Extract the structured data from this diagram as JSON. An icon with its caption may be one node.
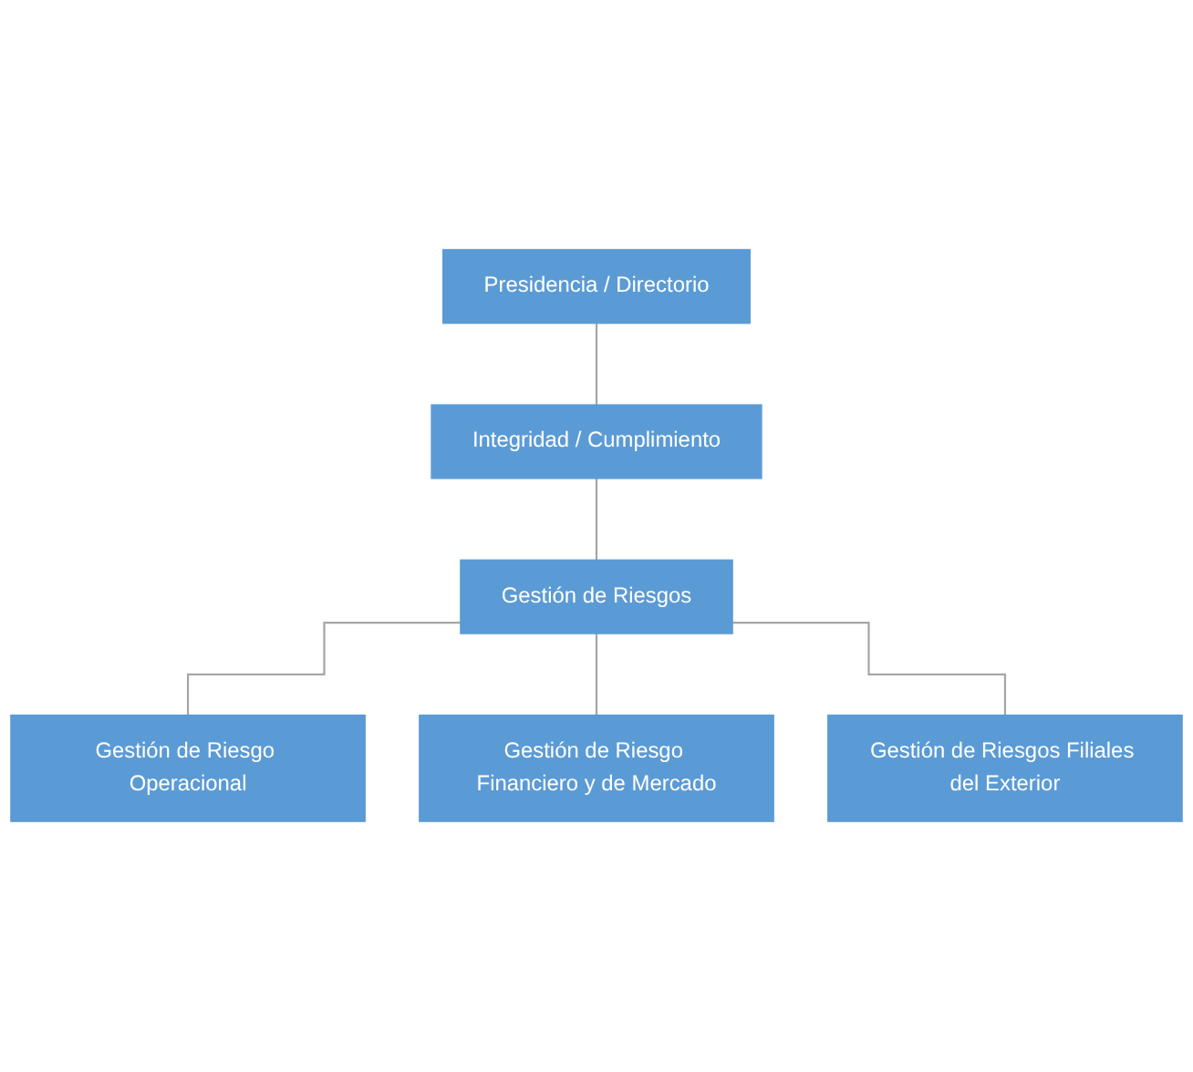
{
  "diagram": {
    "nodes": [
      {
        "text": [
          "Presidencia / Directorio"
        ]
      },
      {
        "text": [
          "Integridad / Cumplimiento"
        ]
      },
      {
        "text": [
          "Gestión de Riesgos"
        ]
      },
      {
        "text": [
          "Gestión de Riesgo Operacional"
        ]
      },
      {
        "text": [
          "Gestión de Riesgo Financiero y de Mercado"
        ]
      },
      {
        "text": [
          "Gestión de Riesgos Filiales del Exterior"
        ]
      }
    ],
    "edges": [
      {
        "from": 0,
        "to": 1,
        "arrow": "none"
      },
      {
        "from": 1,
        "to": 2,
        "arrow": "none"
      },
      {
        "from": 2,
        "to": 3,
        "arrow": "none"
      },
      {
        "from": 2,
        "to": 4,
        "arrow": "none"
      },
      {
        "from": 2,
        "to": 5,
        "arrow": "none"
      }
    ]
  }
}
